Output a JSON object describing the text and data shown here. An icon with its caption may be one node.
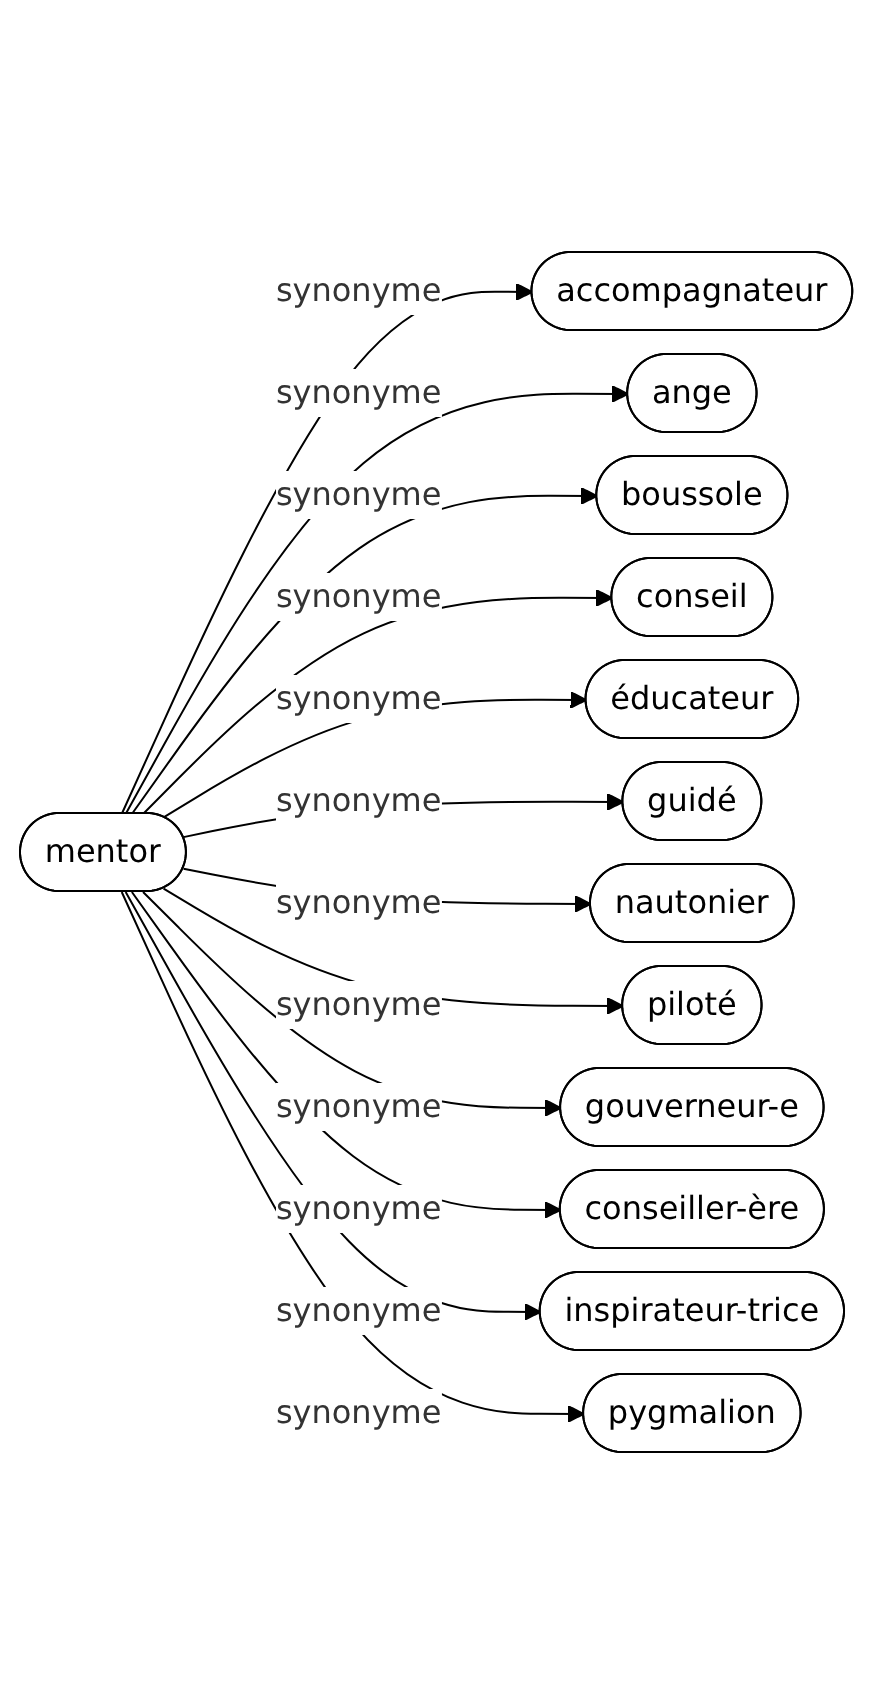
{
  "diagram": {
    "nodes": [
      {
        "text": [
          "mentor"
        ]
      },
      {
        "text": [
          "accompagnateur"
        ]
      },
      {
        "text": [
          "ange"
        ]
      },
      {
        "text": [
          "boussole"
        ]
      },
      {
        "text": [
          "conseil"
        ]
      },
      {
        "text": [
          "éducateur"
        ]
      },
      {
        "text": [
          "guidé"
        ]
      },
      {
        "text": [
          "nautonier"
        ]
      },
      {
        "text": [
          "piloté"
        ]
      },
      {
        "text": [
          "gouverneur-e"
        ]
      },
      {
        "text": [
          "conseiller-ère"
        ]
      },
      {
        "text": [
          "inspirateur-trice"
        ]
      },
      {
        "text": [
          "pygmalion"
        ]
      }
    ],
    "edges": [
      {
        "from": 0,
        "to": 1,
        "arrow": "to",
        "label": "synonyme"
      },
      {
        "from": 0,
        "to": 2,
        "arrow": "to",
        "label": "synonyme"
      },
      {
        "from": 0,
        "to": 3,
        "arrow": "to",
        "label": "synonyme"
      },
      {
        "from": 0,
        "to": 4,
        "arrow": "to",
        "label": "synonyme"
      },
      {
        "from": 0,
        "to": 5,
        "arrow": "to",
        "label": "synonyme"
      },
      {
        "from": 0,
        "to": 6,
        "arrow": "to",
        "label": "synonyme"
      },
      {
        "from": 0,
        "to": 7,
        "arrow": "to",
        "label": "synonyme"
      },
      {
        "from": 0,
        "to": 8,
        "arrow": "to",
        "label": "synonyme"
      },
      {
        "from": 0,
        "to": 9,
        "arrow": "to",
        "label": "synonyme"
      },
      {
        "from": 0,
        "to": 10,
        "arrow": "to",
        "label": "synonyme"
      },
      {
        "from": 0,
        "to": 11,
        "arrow": "to",
        "label": "synonyme"
      },
      {
        "from": 0,
        "to": 12,
        "arrow": "to",
        "label": "synonyme"
      }
    ]
  }
}
